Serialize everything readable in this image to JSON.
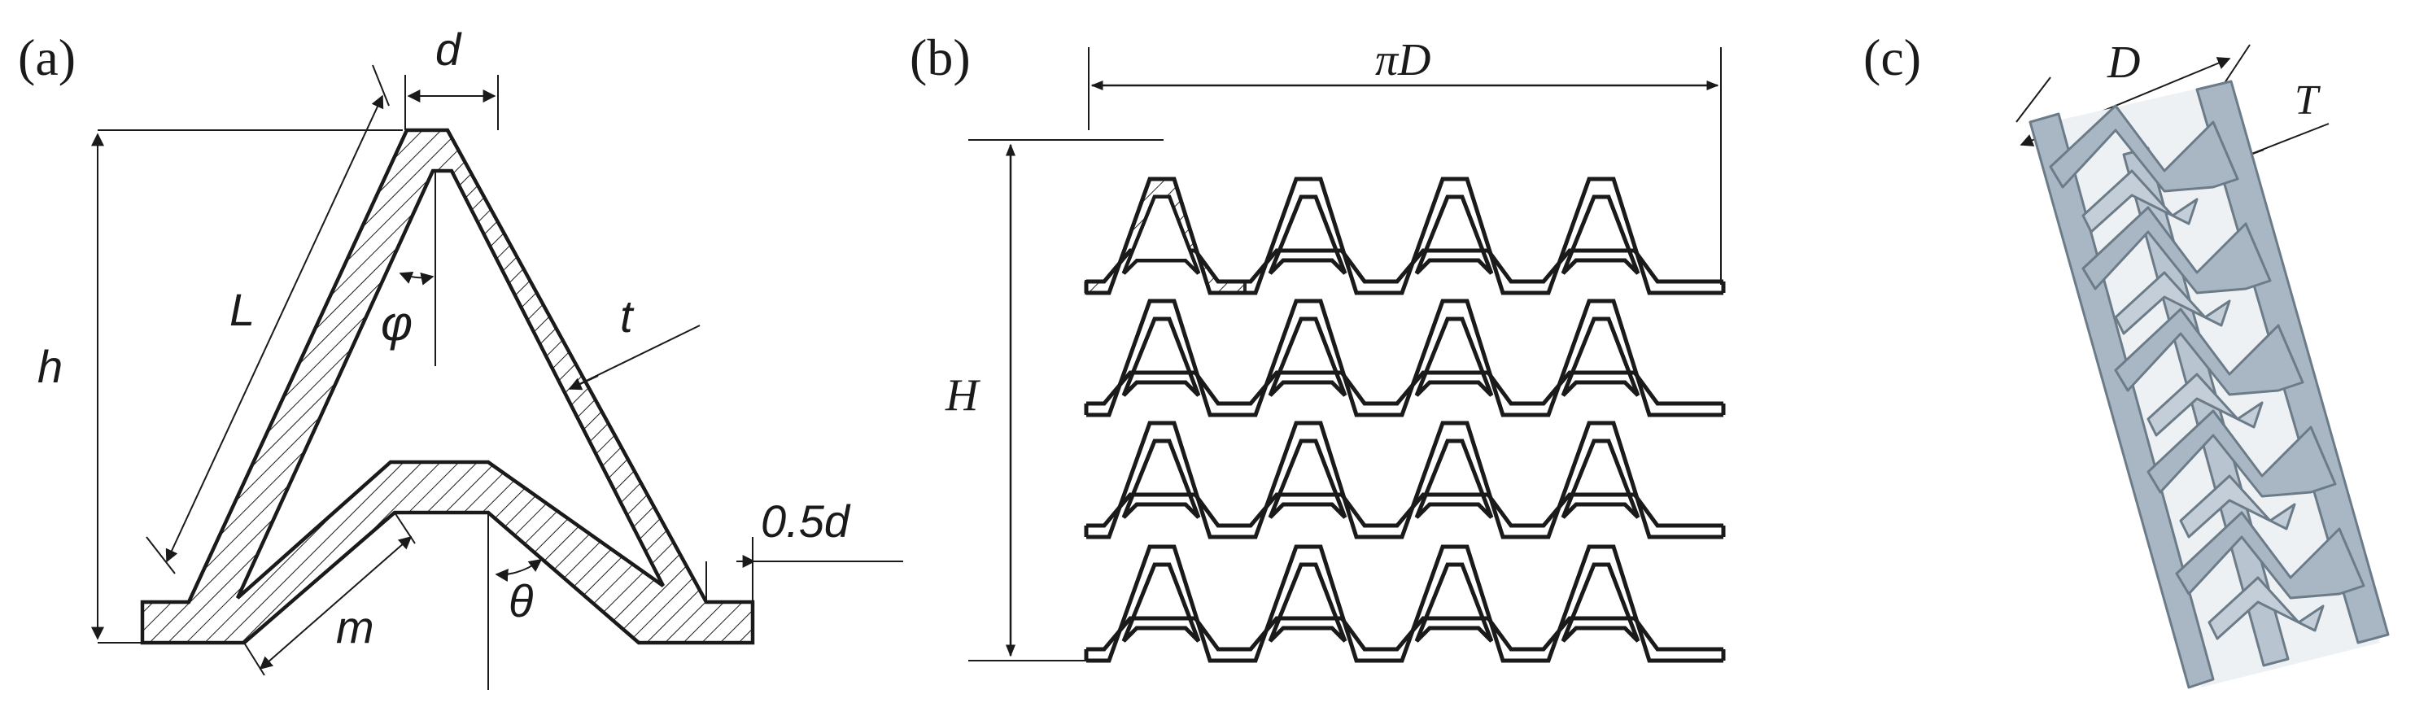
{
  "panels": {
    "a": {
      "label": "(a)",
      "dims": {
        "d": "d",
        "h": "h",
        "L": "L",
        "phi": "φ",
        "t": "t",
        "half_d": "0.5d",
        "m": "m",
        "theta": "θ"
      }
    },
    "b": {
      "label": "(b)",
      "dims": {
        "width": "πD",
        "height": "H"
      }
    },
    "c": {
      "label": "(c)",
      "dims": {
        "D": "D",
        "T": "T"
      }
    }
  },
  "colors": {
    "line": "#1a1a1a",
    "hatch": "#1a1a1a",
    "stent_face": "#a9b7c4",
    "stent_edge": "#6b7b88"
  }
}
